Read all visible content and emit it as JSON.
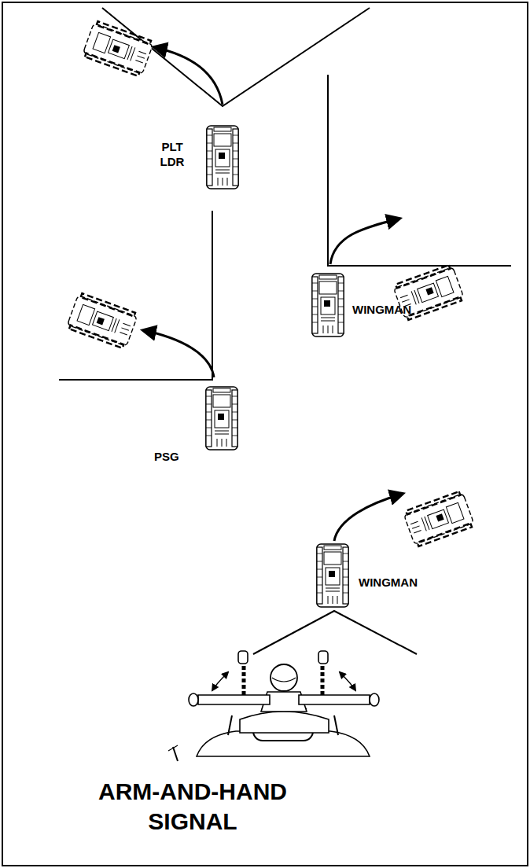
{
  "diagram": {
    "labels": [
      "PLT LDR",
      "WINGMAN",
      "PSG",
      "WINGMAN",
      "ARM-AND-HAND SIGNAL"
    ]
  }
}
